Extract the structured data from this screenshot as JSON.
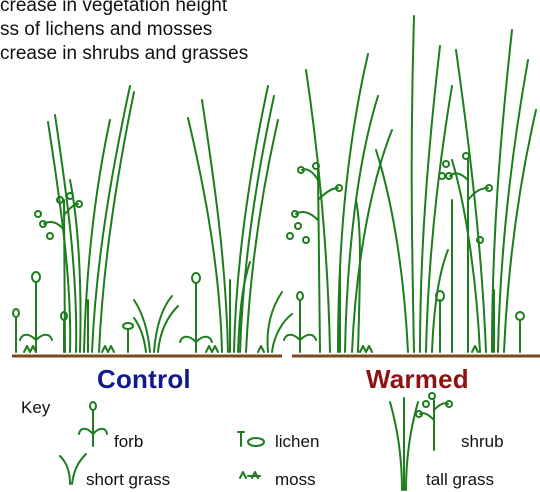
{
  "notes": [
    "crease in vegetation height",
    "ss of lichens and mosses",
    "crease in shrubs and grasses"
  ],
  "panels": {
    "control_label": "Control",
    "warmed_label": "Warmed"
  },
  "key": {
    "title": "Key",
    "forb": "forb",
    "short_grass": "short grass",
    "lichen": "lichen",
    "moss": "moss",
    "shrub": "shrub",
    "tall_grass": "tall grass"
  },
  "colors": {
    "plant": "#1d7d1d",
    "soil": "#7a4a1e",
    "control": "#101a8c",
    "warmed": "#8e1212"
  }
}
